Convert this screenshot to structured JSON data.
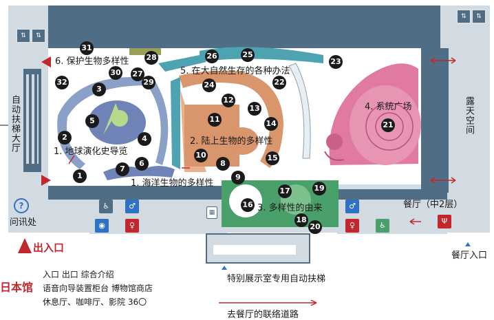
{
  "colors": {
    "wall": "#4f6d85",
    "corridor": "#d2dbe2",
    "floor": "#ffffff",
    "teal": "#4da3b1",
    "orange": "#d9956b",
    "pink": "#e07aa0",
    "green": "#4aa06a",
    "blue_gallery": "#8ba0c7",
    "entrance": "#c1272d"
  },
  "zones": {
    "z1": "1. 地球演化史导览",
    "z2": "2. 陆上生物的多样性",
    "z3": "3. 多样性的由来",
    "z4": "4. 系统广场",
    "z5": "5. 在大自然生存的各种办法",
    "z6": "6. 保护生物多样性",
    "marine": "1. 海洋生物的多样性"
  },
  "labels": {
    "escalator_hall": "自动扶梯大厅",
    "open_space": "露天空间",
    "info": "问讯处",
    "entrance_exit": "出入口",
    "restaurant": "餐厅（中2层）",
    "restaurant_entrance": "餐厅入口",
    "special_escalator": "特别展示室专用自动扶梯",
    "route_to_restaurant": "去餐厅的联络道路",
    "info_mark": "?"
  },
  "legend": {
    "title": "日本馆",
    "line1": "入口 出口 综合介绍",
    "line2": "语音向导装置柜台 博物馆商店",
    "line3": "休息厅、咖啡厅、影院 36〇"
  },
  "markers": [
    "1",
    "2",
    "3",
    "4",
    "5",
    "6",
    "7",
    "8",
    "9",
    "10",
    "11",
    "12",
    "13",
    "14",
    "15",
    "16",
    "17",
    "18",
    "19",
    "20",
    "21",
    "22",
    "23",
    "24",
    "25",
    "26",
    "27",
    "28",
    "29",
    "30",
    "31",
    "32"
  ],
  "icons": {
    "elevator": "elevator-icon",
    "nursing": "nursing-room-icon",
    "male": "male-restroom-icon",
    "female": "female-restroom-icon",
    "accessible": "accessible-restroom-icon",
    "restaurant": "fork-knife-icon"
  }
}
